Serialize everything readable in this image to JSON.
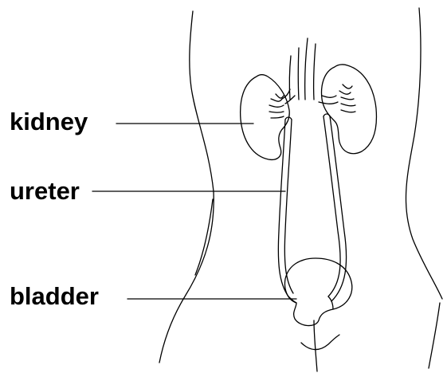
{
  "labels": {
    "kidney": "kidney",
    "ureter": "ureter",
    "bladder": "bladder"
  },
  "colors": {
    "line": "#000000",
    "background": "#ffffff"
  }
}
